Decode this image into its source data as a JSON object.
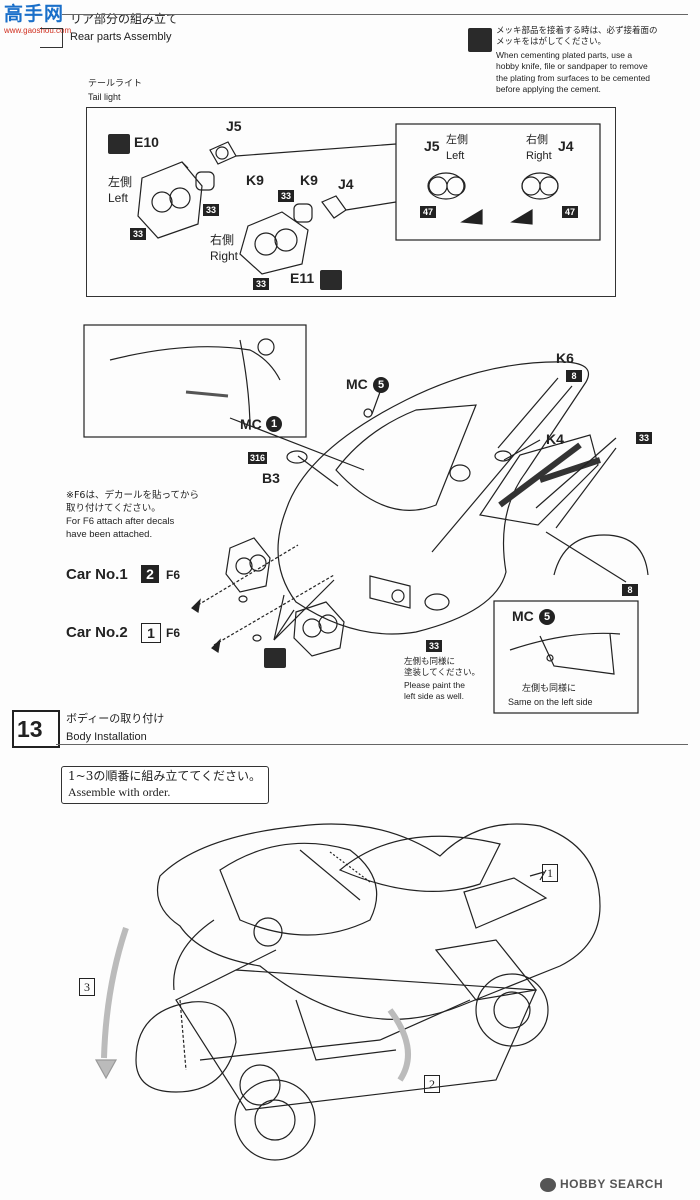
{
  "header": {
    "logo_text": "高手网",
    "logo_url": "www.gaoshou.com",
    "title_jp": "リア部分の組み立て",
    "title_en": "Rear parts Assembly"
  },
  "notice": {
    "jp": "メッキ部品を接着する時は、必ず接着面の\nメッキをはがしてください。",
    "en": "When cementing plated parts, use a\nhobby knife, file or sandpaper to remove\nthe plating from surfaces to be cemented\nbefore applying the cement."
  },
  "tail_light": {
    "label_jp": "テールライト",
    "label_en": "Tail light",
    "parts": {
      "e10": "E10",
      "j5": "J5",
      "k9a": "K9",
      "k9b": "K9",
      "j4": "J4",
      "e11": "E11",
      "left_jp": "左側",
      "left_en": "Left",
      "right_jp": "右側",
      "right_en": "Right"
    },
    "detail": {
      "j5": "J5",
      "j4": "J4",
      "left_jp": "左側",
      "left_en": "Left",
      "right_jp": "右側",
      "right_en": "Right"
    },
    "codes": {
      "c33": "33",
      "c47": "47"
    }
  },
  "rear_assembly": {
    "mc1": "MC",
    "mc1_num": "1",
    "mc5": "MC",
    "mc5_num": "5",
    "k6": "K6",
    "k4": "K4",
    "b3": "B3",
    "code316": "316",
    "code8": "8",
    "code33": "33",
    "f6_note_jp": "※F6は、デカールを貼ってから\n取り付けてください。",
    "f6_note_en": "For F6 attach after decals\nhave been attached.",
    "car1": "Car No.1",
    "car1_num": "2",
    "car2": "Car No.2",
    "car2_num": "1",
    "f6": "F6",
    "paint_note_jp": "左側も同様に\n塗装してください。",
    "paint_note_en": "Please paint the\nleft side as well.",
    "inset_mc5": "MC",
    "inset_note_jp": "左側も同様に",
    "inset_note_en": "Same on the left side"
  },
  "step13": {
    "number": "13",
    "title_jp": "ボディーの取り付け",
    "title_en": "Body Installation",
    "order_jp": "1~3の順番に組み立ててください。",
    "order_en": "Assemble with order.",
    "marker1": "1",
    "marker2": "2",
    "marker3": "3"
  },
  "footer": {
    "watermark": "HOBBY SEARCH"
  }
}
